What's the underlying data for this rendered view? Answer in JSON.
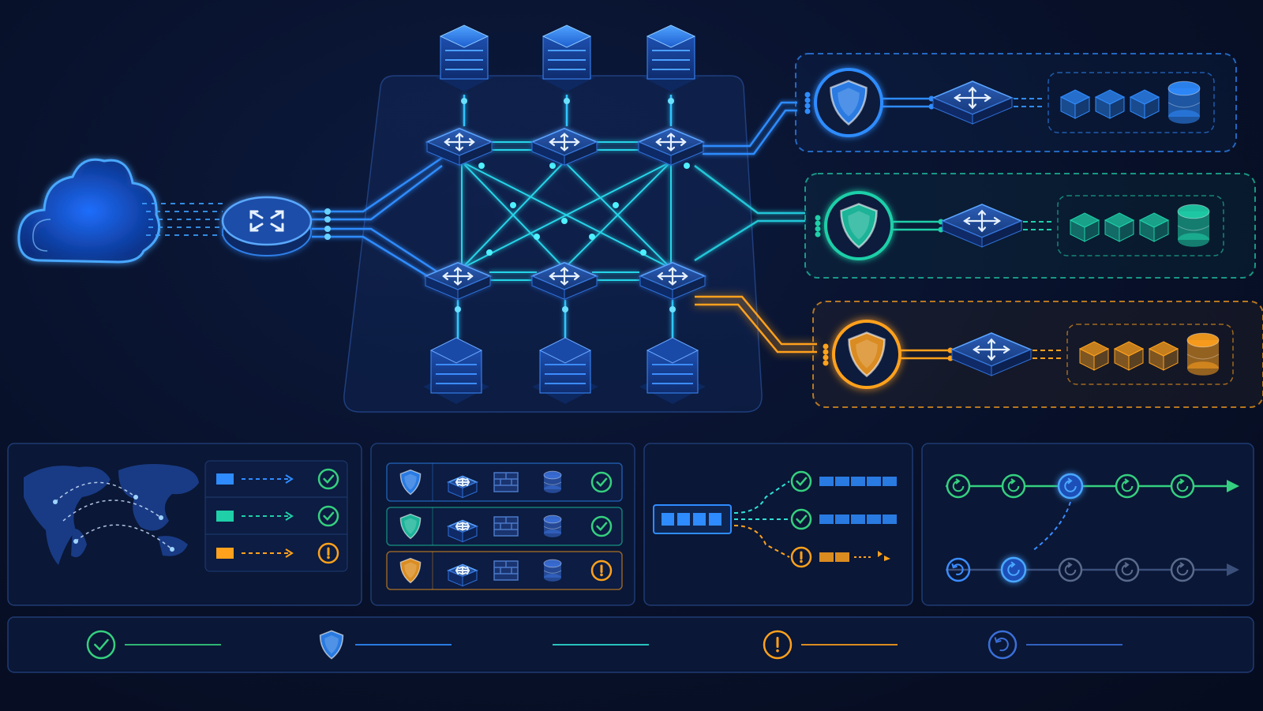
{
  "colors": {
    "background": "#08112a",
    "blue": "#2f8cff",
    "cyan": "#2fe0d6",
    "teal": "#1fcfa8",
    "amber": "#ffa11c",
    "green": "#35d07f",
    "panel_border": "#1f3b73",
    "muted": "#4a5f86"
  },
  "icons": {
    "internet": "cloud-icon",
    "edge": "router-icon",
    "fabric_switch": "switch-icon",
    "server": "server-stack-icon",
    "security": "shield-icon",
    "segment_switch": "switch-icon",
    "workload": "container-icon",
    "storage": "database-icon",
    "success": "check-icon",
    "warning": "exclamation-icon",
    "rollback": "undo-icon",
    "step": "cycle-icon",
    "region_map": "world-map-icon"
  },
  "segments": [
    {
      "id": "blue",
      "color": "#2f8cff",
      "status": "success"
    },
    {
      "id": "teal",
      "color": "#1fcfa8",
      "status": "success"
    },
    {
      "id": "amber",
      "color": "#ffa11c",
      "status": "warning"
    }
  ],
  "legend": [
    {
      "icon": "check-icon",
      "color": "#35d07f"
    },
    {
      "icon": "shield-icon",
      "color": "#2f8cff"
    },
    {
      "icon": "none",
      "color": "#2fe0d6"
    },
    {
      "icon": "exclamation-icon",
      "color": "#ffa11c"
    },
    {
      "icon": "undo-icon",
      "color": "#3a6fd8"
    }
  ],
  "pipeline": {
    "top_track": [
      "done",
      "done",
      "active",
      "done",
      "done"
    ],
    "bottom_track": [
      "rollback",
      "active",
      "pending",
      "pending",
      "pending"
    ]
  }
}
